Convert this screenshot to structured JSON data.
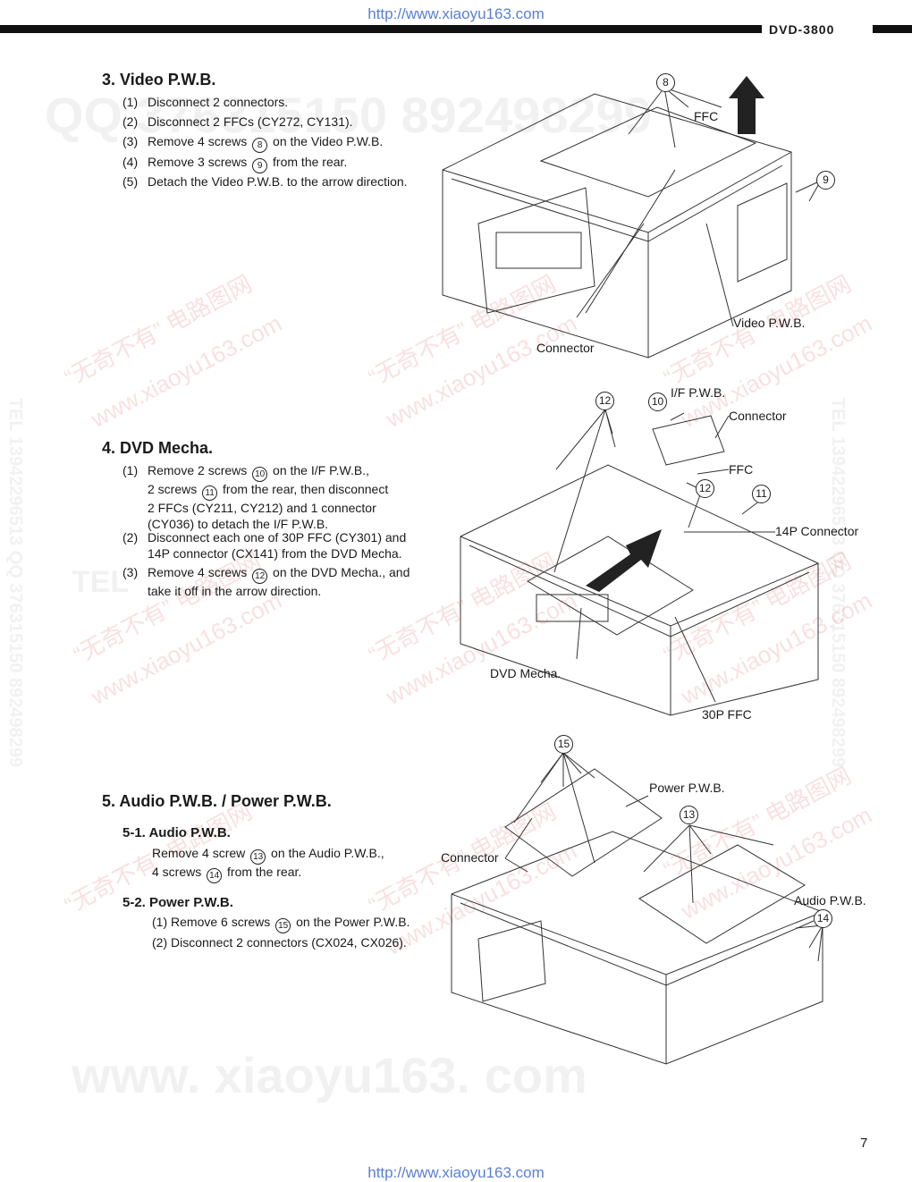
{
  "header": {
    "url_top": "http://www.xiaoyu163.com",
    "model": "DVD-3800",
    "url_bottom": "http://www.xiaoyu163.com",
    "page_number": "7"
  },
  "watermarks": {
    "red_text": "“无奇不有” 电路图网",
    "red_url": "www.xiaoyu163.com",
    "gray_qq": "QQ 376315150  892498299",
    "gray_bottom": "www. xiaoyu163. com",
    "gray_tel_side": "TEL 13942296513  QQ 376315150  892498299",
    "gray_tel": "TEL"
  },
  "section3": {
    "title": "3. Video P.W.B.",
    "steps": [
      {
        "num": "(1)",
        "a": "Disconnect 2 connectors.",
        "circ": "",
        "b": ""
      },
      {
        "num": "(2)",
        "a": "Disconnect 2 FFCs (CY272, CY131).",
        "circ": "",
        "b": ""
      },
      {
        "num": "(3)",
        "a": "Remove 4 screws",
        "circ": "8",
        "b": "on the Video P.W.B."
      },
      {
        "num": "(4)",
        "a": "Remove 3 screws",
        "circ": "9",
        "b": "from the rear."
      },
      {
        "num": "(5)",
        "a": "Detach the Video P.W.B. to the arrow direction.",
        "circ": "",
        "b": ""
      }
    ],
    "labels": {
      "ffc": "FFC",
      "connector": "Connector",
      "video_pwb": "Video P.W.B.",
      "c8": "8",
      "c9": "9"
    }
  },
  "section4": {
    "title": "4. DVD Mecha.",
    "step1": {
      "num": "(1)",
      "l1a": "Remove 2 screws",
      "c1": "10",
      "l1b": "on the I/F P.W.B.,",
      "l2a": "2 screws",
      "c2": "11",
      "l2b": "from the rear, then disconnect",
      "l3": "2 FFCs (CY211, CY212) and 1 connector",
      "l4": "(CY036) to detach the I/F P.W.B."
    },
    "step2": {
      "num": "(2)",
      "l1": "Disconnect each one of 30P FFC (CY301) and",
      "l2": "14P connector (CX141) from the DVD Mecha."
    },
    "step3": {
      "num": "(3)",
      "l1a": "Remove 4 screws",
      "c": "12",
      "l1b": "on the DVD Mecha., and",
      "l2": "take it off in the arrow direction."
    },
    "labels": {
      "if_pwb": "I/F P.W.B.",
      "connector": "Connector",
      "ffc": "FFC",
      "p14": "14P Connector",
      "dvd_mecha": "DVD Mecha.",
      "p30": "30P FFC",
      "c10": "10",
      "c11": "11",
      "c12a": "12",
      "c12b": "12"
    }
  },
  "section5": {
    "title": "5. Audio P.W.B. / Power P.W.B.",
    "sub1": {
      "title": "5-1. Audio P.W.B.",
      "l1a": "Remove 4 screw",
      "c1": "13",
      "l1b": "on the Audio P.W.B.,",
      "l2a": "4 screws",
      "c2": "14",
      "l2b": "from the rear."
    },
    "sub2": {
      "title": "5-2. Power P.W.B.",
      "s1": {
        "num": "(1)",
        "a": "Remove 6 screws",
        "c": "15",
        "b": "on the Power P.W.B."
      },
      "s2": {
        "num": "(2)",
        "a": "Disconnect 2 connectors (CX024, CX026)."
      }
    },
    "labels": {
      "power_pwb": "Power P.W.B.",
      "connector": "Connector",
      "audio_pwb": "Audio P.W.B.",
      "c13": "13",
      "c14": "14",
      "c15": "15"
    }
  }
}
